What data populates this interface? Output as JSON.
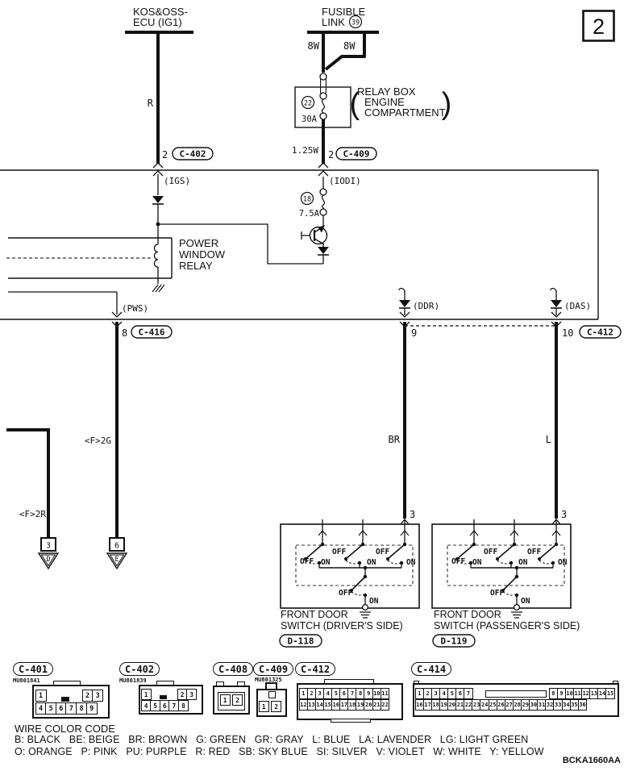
{
  "page": {
    "number": "2",
    "doc_code": "BCKA1660AA"
  },
  "ecu": {
    "title_line1": "KOS&OSS-",
    "title_line2": "ECU (IG1)",
    "wire_label": "R",
    "pin": "2",
    "connector": "C-402",
    "signal": "(IGS)"
  },
  "fusible": {
    "title_line1": "FUSIBLE",
    "title_line2": "LINK",
    "link_num": "39",
    "wire_left": "8W",
    "wire_right": "8W",
    "relay_box_line1": "RELAY BOX",
    "relay_box_line2": "ENGINE",
    "relay_box_line3": "COMPARTMENT",
    "paren_open": "(",
    "paren_close": ")",
    "fuse_num": "22",
    "fuse_amp": "30A",
    "wire_out": "1.25W",
    "pin": "2",
    "connector": "C-409",
    "signal": "(IODI)",
    "sub_fuse_num": "18",
    "sub_fuse_amp": "7.5A"
  },
  "relay": {
    "line1": "POWER",
    "line2": "WINDOW",
    "line3": "RELAY"
  },
  "pws": {
    "signal": "(PWS)",
    "pin": "8",
    "connector": "C-416",
    "wire_label": "<F>2G",
    "branch_wire_label": "<F>2R",
    "term_left_pin": "3",
    "term_left_ref": "D",
    "term_right_pin": "6",
    "term_right_ref": "E"
  },
  "ddr": {
    "signal": "(DDR)",
    "pin": "9",
    "wire_label": "BR",
    "switch_pin": "3"
  },
  "das": {
    "signal": "(DAS)",
    "pin": "10",
    "connector": "C-412",
    "wire_label": "L",
    "switch_pin": "3"
  },
  "switch_driver": {
    "caption_line1": "FRONT DOOR",
    "caption_line2": "SWITCH (DRIVER'S SIDE)",
    "ref": "D-118",
    "off": "OFF",
    "on": "ON"
  },
  "switch_passenger": {
    "caption_line1": "FRONT DOOR",
    "caption_line2": "SWITCH (PASSENGER'S SIDE)",
    "ref": "D-119",
    "off": "OFF",
    "on": "ON"
  },
  "connectors": {
    "c401": {
      "label": "C-401",
      "part": "MU801841",
      "row1_left": [
        "1"
      ],
      "row1_right": [
        "2",
        "3"
      ],
      "row2": [
        "4",
        "5",
        "6",
        "7",
        "8",
        "9"
      ]
    },
    "c402": {
      "label": "C-402",
      "part": "MU801839",
      "row1_left": [
        "1"
      ],
      "row1_right": [
        "2",
        "3"
      ],
      "row2": [
        "4",
        "5",
        "6",
        "7",
        "8"
      ]
    },
    "c408": {
      "label": "C-408",
      "pins": [
        "1",
        "2"
      ]
    },
    "c409": {
      "label": "C-409",
      "part": "MU801325",
      "pins": [
        "1",
        "2"
      ]
    },
    "c412": {
      "label": "C-412",
      "row1": [
        "1",
        "2",
        "3",
        "4",
        "5",
        "6",
        "7",
        "8",
        "9",
        "10",
        "11"
      ],
      "row2": [
        "12",
        "13",
        "14",
        "15",
        "16",
        "17",
        "18",
        "19",
        "20",
        "21",
        "22"
      ]
    },
    "c414": {
      "label": "C-414",
      "row1_left": [
        "1",
        "2",
        "3",
        "4",
        "5",
        "6",
        "7"
      ],
      "row1_right": [
        "8",
        "9",
        "10",
        "11",
        "12",
        "13",
        "14",
        "15"
      ],
      "row2": [
        "16",
        "17",
        "18",
        "19",
        "20",
        "21",
        "22",
        "23",
        "24",
        "25",
        "26",
        "27",
        "28",
        "29",
        "30",
        "31",
        "32",
        "33",
        "34",
        "35",
        "36"
      ]
    }
  },
  "color_code": {
    "title": "WIRE COLOR CODE",
    "line1": "B: BLACK   BE: BEIGE   BR: BROWN   G: GREEN   GR: GRAY   L: BLUE   LA: LAVENDER   LG: LIGHT GREEN",
    "line2": "O: ORANGE   P: PINK   PU: PURPLE   R: RED   SB: SKY BLUE   SI: SILVER   V: VIOLET   W: WHITE   Y: YELLOW"
  }
}
